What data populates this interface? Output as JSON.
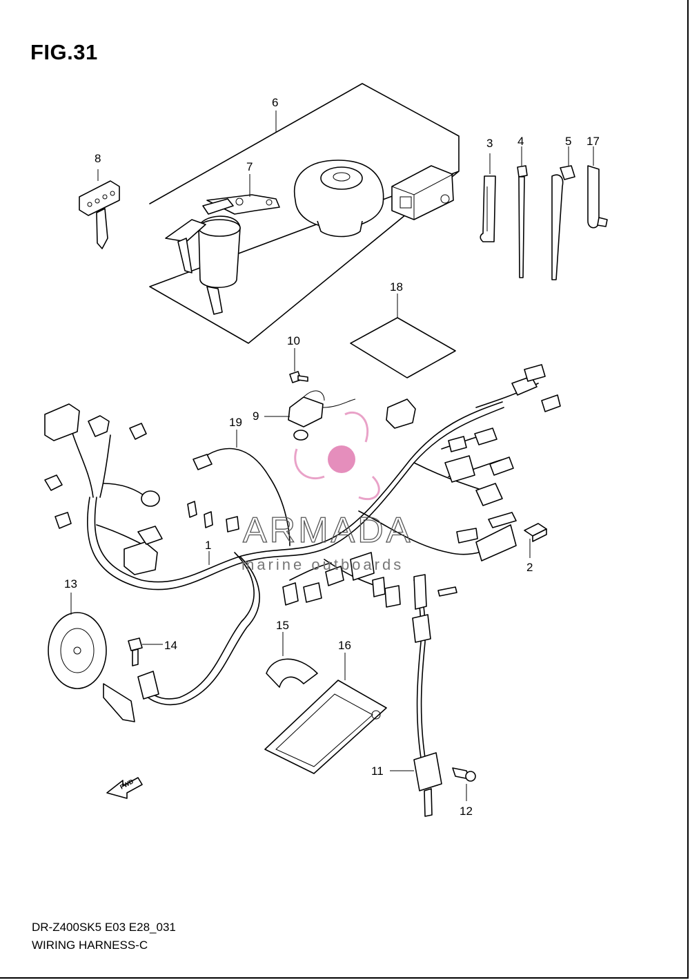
{
  "figure": {
    "title": "FIG.31"
  },
  "footer": {
    "code": "DR-Z400SK5 E03 E28_031",
    "name": "WIRING HARNESS-C"
  },
  "fwd_label": "FWD",
  "watermark": {
    "brand": "ARMADA",
    "tagline": "marine outboards",
    "color": "#e07ab0"
  },
  "callouts": [
    {
      "id": "c1",
      "label": "1"
    },
    {
      "id": "c2",
      "label": "2"
    },
    {
      "id": "c3",
      "label": "3"
    },
    {
      "id": "c4",
      "label": "4"
    },
    {
      "id": "c5",
      "label": "5"
    },
    {
      "id": "c6",
      "label": "6"
    },
    {
      "id": "c7",
      "label": "7"
    },
    {
      "id": "c8",
      "label": "8"
    },
    {
      "id": "c9",
      "label": "9"
    },
    {
      "id": "c10",
      "label": "10"
    },
    {
      "id": "c11",
      "label": "11"
    },
    {
      "id": "c12",
      "label": "12"
    },
    {
      "id": "c13",
      "label": "13"
    },
    {
      "id": "c14",
      "label": "14"
    },
    {
      "id": "c15",
      "label": "15"
    },
    {
      "id": "c16",
      "label": "16"
    },
    {
      "id": "c17",
      "label": "17"
    },
    {
      "id": "c18",
      "label": "18"
    },
    {
      "id": "c19",
      "label": "19"
    }
  ]
}
